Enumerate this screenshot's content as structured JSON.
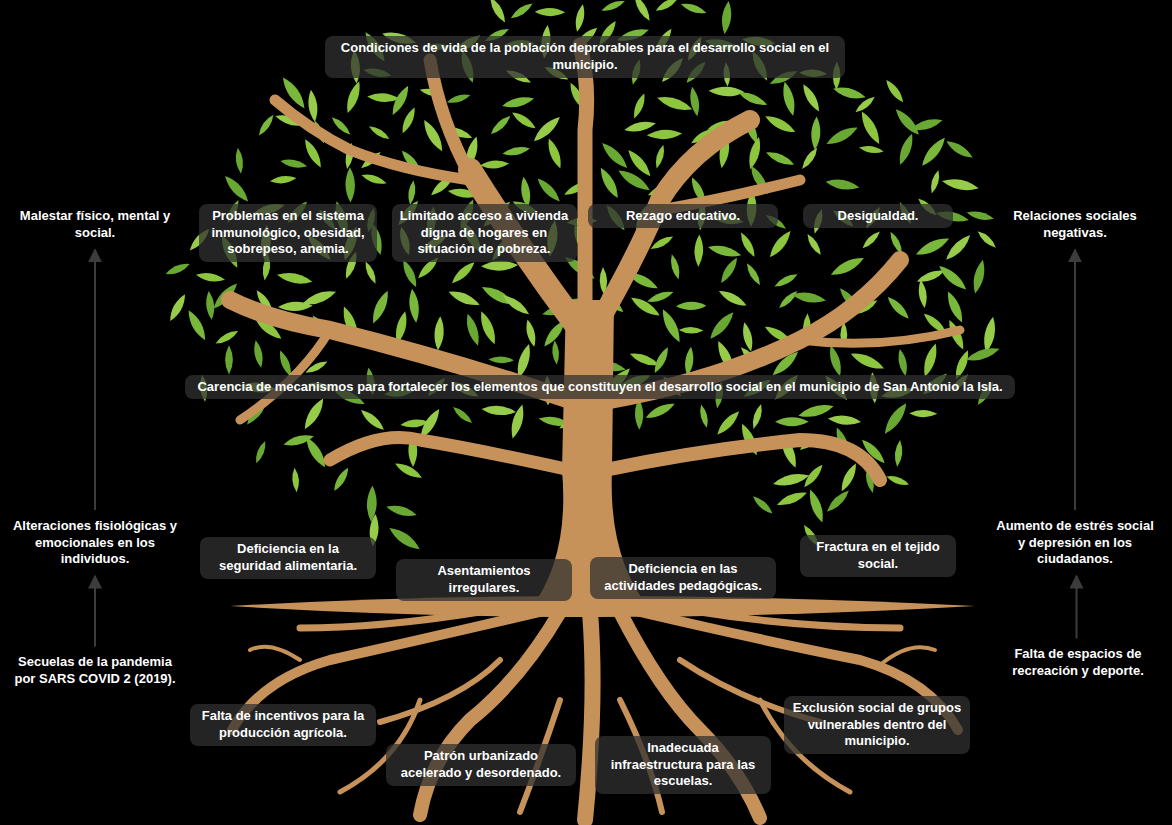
{
  "diagram": {
    "nodes": [
      {
        "text": [
          "Condiciones de vida de la población deprorables para el desarrollo social en el municipio."
        ]
      },
      {
        "text": [
          "Malestar físico, mental y social."
        ]
      },
      {
        "text": [
          "Problemas en el sistema inmunológico, obesidad, sobrepeso, anemia."
        ]
      },
      {
        "text": [
          "Limitado acceso a vivienda digna de hogares en situación de pobreza."
        ]
      },
      {
        "text": [
          "Rezago educativo."
        ]
      },
      {
        "text": [
          "Desigualdad."
        ]
      },
      {
        "text": [
          "Relaciones sociales negativas."
        ]
      },
      {
        "text": [
          "Carencia de mecanismos para fortalecer los elementos que constituyen el desarrollo social en el municipio de San Antonio la Isla."
        ]
      },
      {
        "text": [
          "Alteraciones fisiológicas y emocionales en los individuos."
        ]
      },
      {
        "text": [
          "Deficiencia en la seguridad alimentaria."
        ]
      },
      {
        "text": [
          "Asentamientos irregulares."
        ]
      },
      {
        "text": [
          "Deficiencia en las actividades pedagógicas."
        ]
      },
      {
        "text": [
          "Fractura en el tejido social."
        ]
      },
      {
        "text": [
          "Aumento de estrés social y depresión en los ciudadanos."
        ]
      },
      {
        "text": [
          "Secuelas de la pandemia por SARS COVID 2 (2019)."
        ]
      },
      {
        "text": [
          "Falta de incentivos para la producción agrícola."
        ]
      },
      {
        "text": [
          "Patrón urbanizado acelerado y desordenado."
        ]
      },
      {
        "text": [
          "Inadecuada infraestructura para las escuelas."
        ]
      },
      {
        "text": [
          "Exclusión social de grupos vulnerables dentro del municipio."
        ]
      },
      {
        "text": [
          "Falta de espacios de recreación y deporte."
        ]
      }
    ],
    "edges": [
      {
        "from": 14,
        "to": 8,
        "arrow": "to"
      },
      {
        "from": 8,
        "to": 1,
        "arrow": "to"
      },
      {
        "from": 19,
        "to": 13,
        "arrow": "to"
      },
      {
        "from": 13,
        "to": 6,
        "arrow": "to"
      }
    ]
  }
}
